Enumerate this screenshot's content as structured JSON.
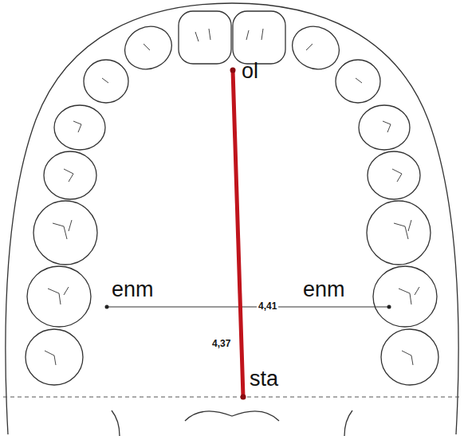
{
  "diagram": {
    "labels": [
      "ol",
      "enm",
      "enm",
      "4,41",
      "4,37",
      "sta"
    ]
  }
}
